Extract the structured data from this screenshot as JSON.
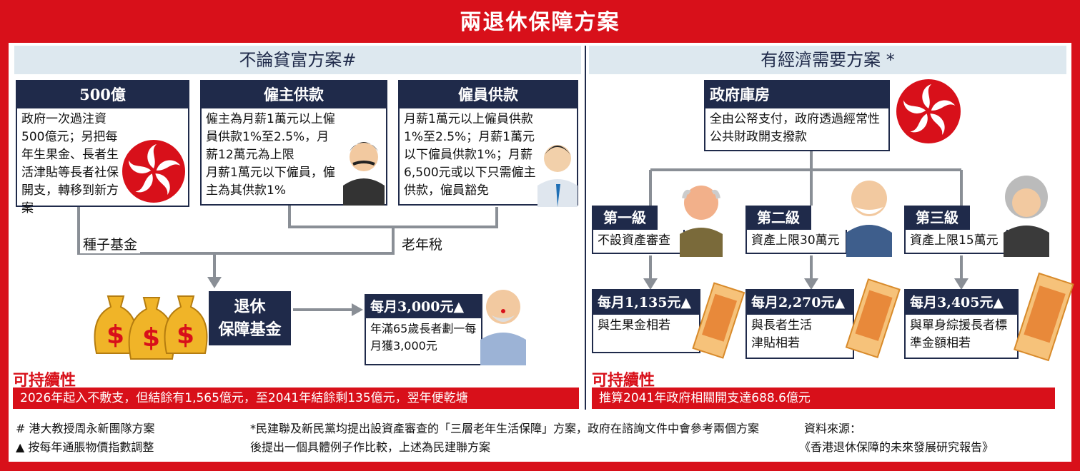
{
  "title": "兩退休保障方案",
  "left": {
    "header": "不論貧富方案#",
    "boxes": [
      {
        "title": "500億",
        "text": "政府一次過注資500億元；另把每年生果金、長者生活津貼等長者社保開支，轉移到新方案"
      },
      {
        "title": "僱主供款",
        "text": "僱主為月薪1萬元以上僱員供款1%至2.5%，月薪12萬元為上限\n月薪1萬元以下僱員，僱主為其供款1%"
      },
      {
        "title": "僱員供款",
        "text": "月薪1萬元以上僱員供款1%至2.5%；月薪1萬元以下僱員供款1%；月薪6,500元或以下只需僱主供款，僱員豁免"
      }
    ],
    "seed_label": "種子基金",
    "tax_label": "老年稅",
    "fund_label": "退休\n保障基金",
    "payment": {
      "title": "每月3,000元▲",
      "text": "年滿65歲長者劃一每月獲3,000元"
    },
    "sustainability_title": "可持續性",
    "sustainability_text": "2026年起入不敷支，但結餘有1,565億元，至2041年結餘剩135億元，翌年便乾塘"
  },
  "right": {
    "header": "有經濟需要方案 *",
    "treasury": {
      "title": "政府庫房",
      "text": "全由公帑支付，政府透過經常性公共財政開支撥款"
    },
    "levels": [
      {
        "tag": "第一級",
        "cond": "不設資產審查",
        "amount": "每月1,135元▲",
        "desc": "與生果金相若"
      },
      {
        "tag": "第二級",
        "cond": "資產上限30萬元",
        "amount": "每月2,270元▲",
        "desc": "與長者生活津貼相若"
      },
      {
        "tag": "第三級",
        "cond": "資產上限15萬元",
        "amount": "每月3,405元▲",
        "desc": "與單身綜援長者標準金額相若"
      }
    ],
    "sustainability_title": "可持續性",
    "sustainability_text": "推算2041年政府相關開支達688.6億元"
  },
  "footnotes": {
    "hash": "# 港大教授周永新團隊方案",
    "triangle": "▲ 按每年通脹物價指數調整",
    "star": "*民建聯及新民黨均提出設資產審查的「三層老年生活保障」方案，政府在諮詢文件中會參考兩個方案後提出一個具體例子作比較，上述為民建聯方案",
    "source_label": "資料來源：",
    "source": "《香港退休保障的未來發展研究報告》"
  },
  "colors": {
    "red": "#d8101a",
    "navy": "#1f2a4a",
    "header_bg": "#dde8ef"
  }
}
